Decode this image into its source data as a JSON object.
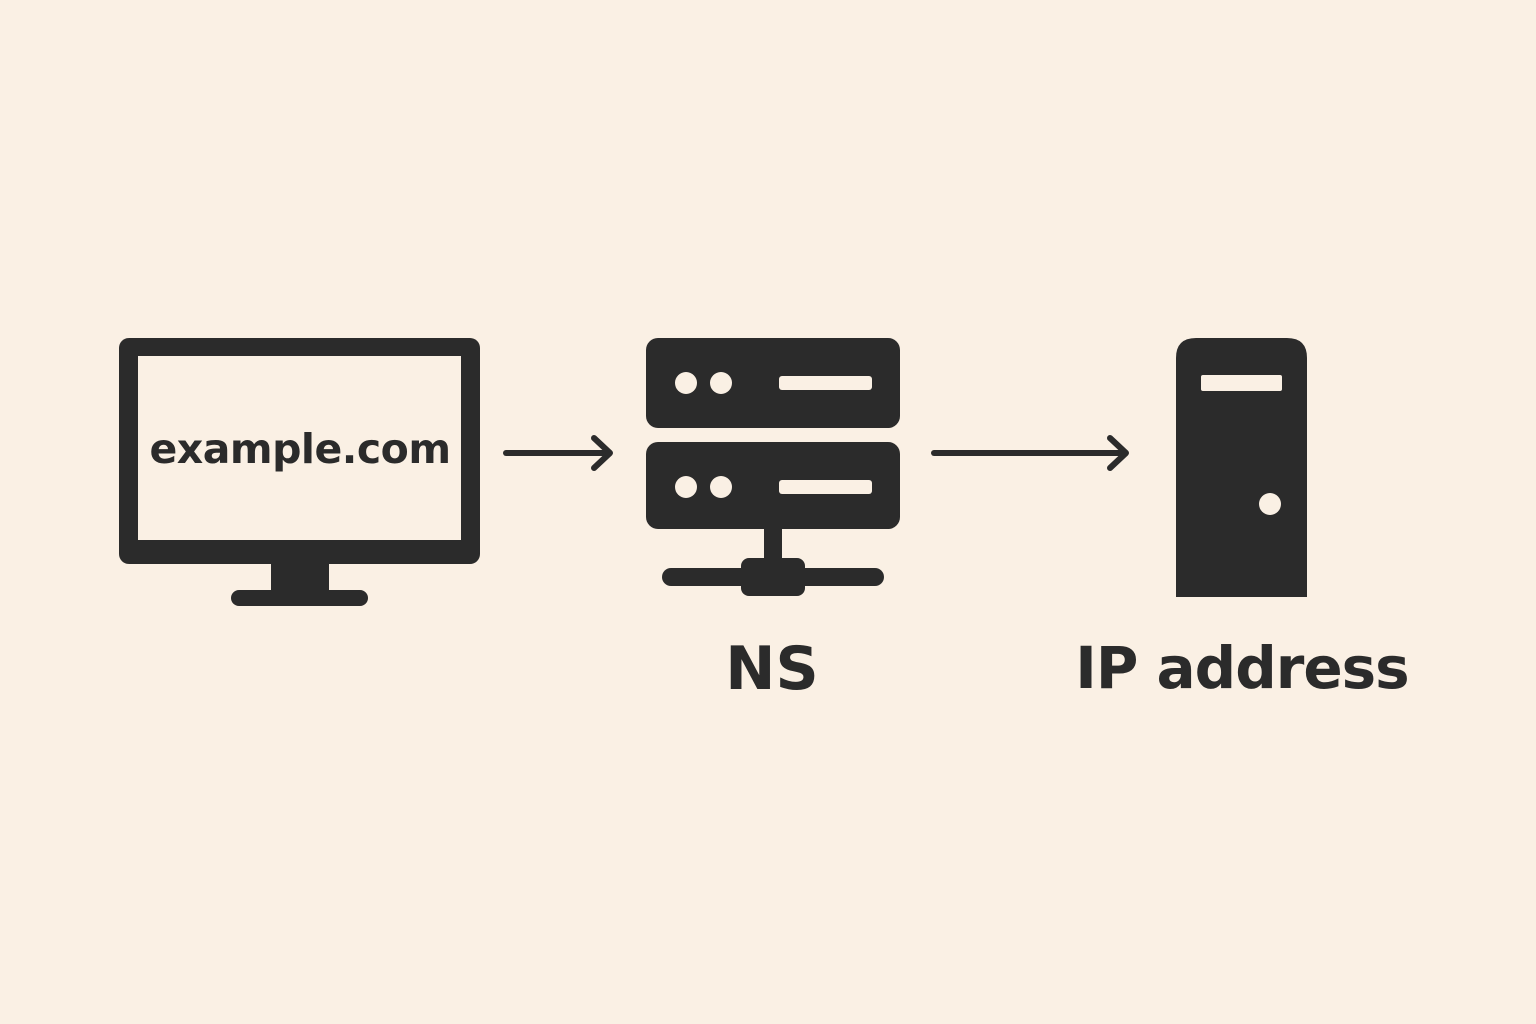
{
  "diagram": {
    "nodes": [
      {
        "id": "client",
        "icon": "monitor-icon",
        "screen_text": "example.com"
      },
      {
        "id": "name-server",
        "icon": "server-rack-icon",
        "label": "NS"
      },
      {
        "id": "host",
        "icon": "tower-server-icon",
        "label": "IP address"
      }
    ],
    "edges": [
      {
        "from": "client",
        "to": "name-server",
        "icon": "arrow-right-icon"
      },
      {
        "from": "name-server",
        "to": "host",
        "icon": "arrow-right-icon"
      }
    ]
  },
  "colors": {
    "background": "#FAF0E4",
    "icon": "#2B2B2B",
    "screen": "#FAF0E4"
  }
}
